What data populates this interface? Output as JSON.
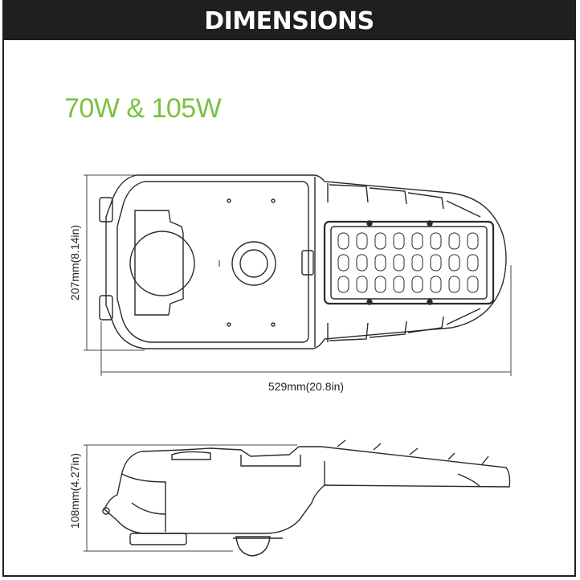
{
  "header": {
    "title": "DIMENSIONS"
  },
  "variant": {
    "label": "70W & 105W"
  },
  "top_view": {
    "width_label": "529mm(20.8in)",
    "depth_label": "207mm(8.14in)"
  },
  "side_view": {
    "height_label": "108mm(4.27in)"
  },
  "colors": {
    "accent": "#7ac143",
    "header_bg": "#1f1f1f",
    "line": "#2a2a2a"
  }
}
